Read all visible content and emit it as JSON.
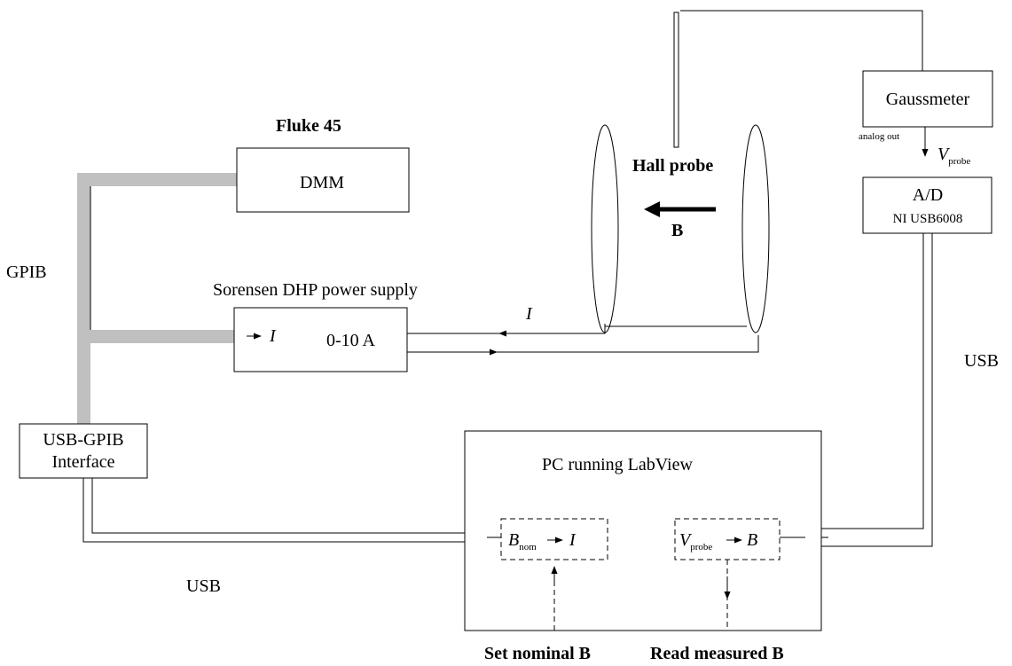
{
  "labels": {
    "fluke": "Fluke 45",
    "dmm": "DMM",
    "gpib": "GPIB",
    "power_supply_title": "Sorensen DHP power supply",
    "power_supply_current": "I",
    "power_supply_range": "0-10 A",
    "current_label": "I",
    "hall_probe": "Hall probe",
    "field_label": "B",
    "gaussmeter": "Gaussmeter",
    "analog_out": "analog out",
    "vprobe_main": "V",
    "vprobe_sub": "probe",
    "ad_title": "A/D",
    "ad_model": "NI USB6008",
    "usb_right": "USB",
    "usb_left": "USB",
    "usb_gpib_line1": "USB-GPIB",
    "usb_gpib_line2": "Interface",
    "pc_title": "PC running  LabView",
    "bnom_main": "B",
    "bnom_sub": "nom",
    "bnom_target": "I",
    "vprobe_box_main": "V",
    "vprobe_box_sub": "probe",
    "vprobe_box_target": "B",
    "set_nominal": "Set nominal B",
    "read_measured": "Read measured B"
  },
  "colors": {
    "line": "#000000",
    "gpib_bus": "#c0c0c0",
    "background": "#ffffff"
  }
}
